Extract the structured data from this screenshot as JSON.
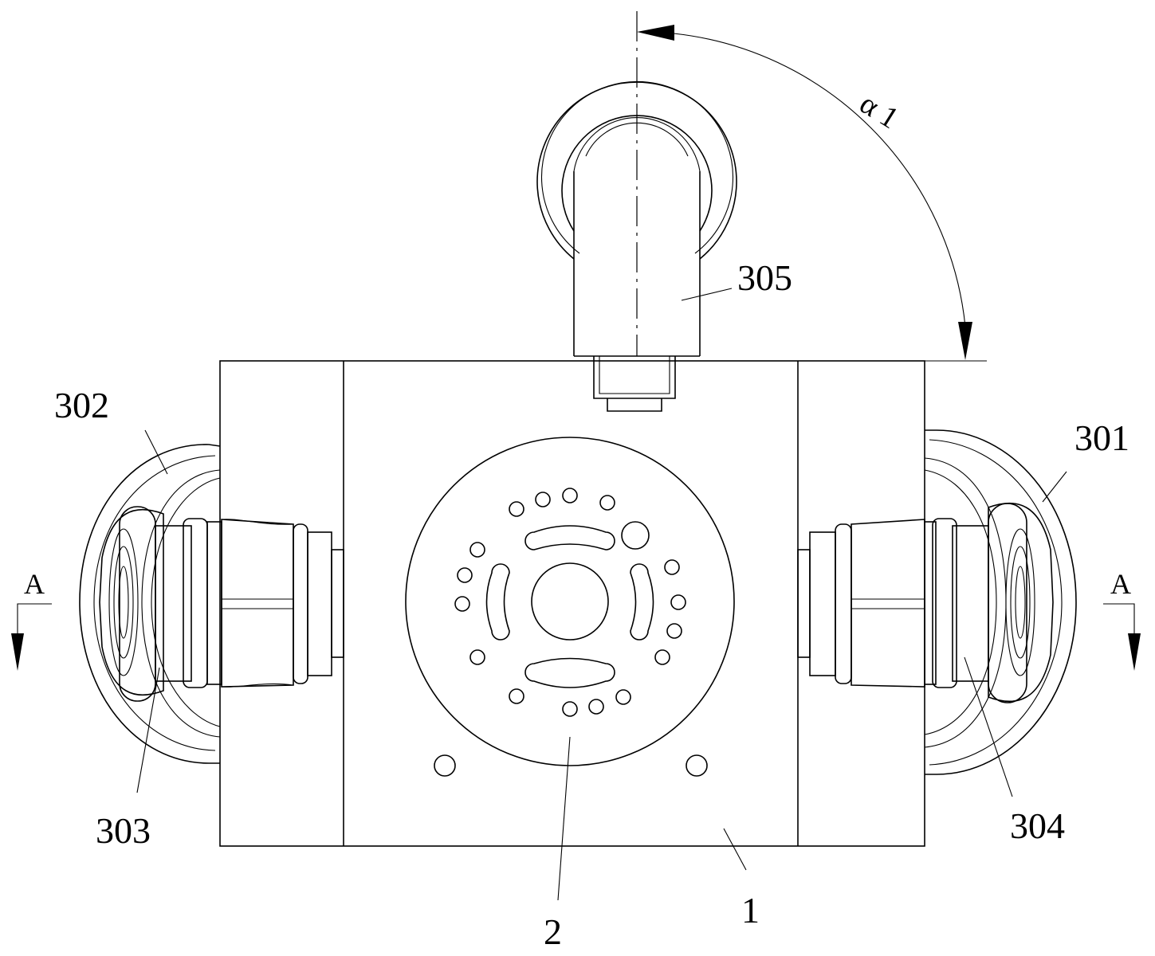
{
  "labels": {
    "l305": "305",
    "l302": "302",
    "l301": "301",
    "l303": "303",
    "l304": "304",
    "l2": "2",
    "l1": "1",
    "section_left": "A",
    "section_right": "A",
    "angle": "α 1"
  }
}
